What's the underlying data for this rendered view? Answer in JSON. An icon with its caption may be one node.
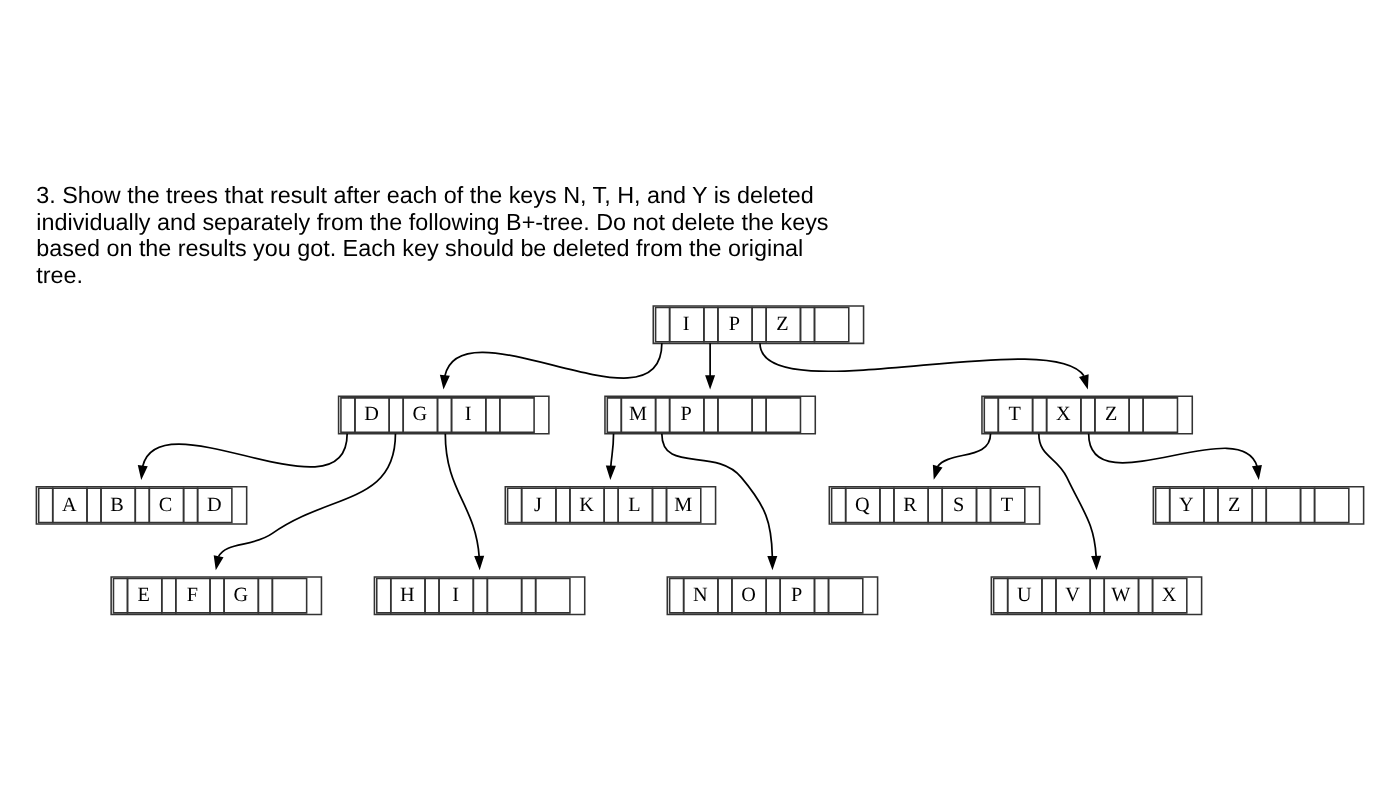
{
  "diagram": {
    "title": "3. Show the trees that result after each of the keys N, T, H, and Y is deleted individually and separately from the following B+-tree. Do not delete the keys based on the results you got. Each key should be deleted from the original tree.",
    "nodes": [
      {
        "text": [
          "I",
          "P",
          "Z"
        ]
      },
      {
        "text": [
          "D",
          "G",
          "I"
        ]
      },
      {
        "text": [
          "M",
          "P"
        ]
      },
      {
        "text": [
          "T",
          "X",
          "Z"
        ]
      },
      {
        "text": [
          "A",
          "B",
          "C",
          "D"
        ]
      },
      {
        "text": [
          "E",
          "F",
          "G"
        ]
      },
      {
        "text": [
          "H",
          "I"
        ]
      },
      {
        "text": [
          "J",
          "K",
          "L",
          "M"
        ]
      },
      {
        "text": [
          "N",
          "O",
          "P"
        ]
      },
      {
        "text": [
          "Q",
          "R",
          "S",
          "T"
        ]
      },
      {
        "text": [
          "U",
          "V",
          "W",
          "X"
        ]
      },
      {
        "text": [
          "Y",
          "Z"
        ]
      }
    ],
    "edges": [
      {
        "from": 0,
        "to": 1,
        "arrow": "to"
      },
      {
        "from": 0,
        "to": 2,
        "arrow": "to"
      },
      {
        "from": 0,
        "to": 3,
        "arrow": "to"
      },
      {
        "from": 1,
        "to": 4,
        "arrow": "to"
      },
      {
        "from": 1,
        "to": 5,
        "arrow": "to"
      },
      {
        "from": 1,
        "to": 6,
        "arrow": "to"
      },
      {
        "from": 2,
        "to": 7,
        "arrow": "to"
      },
      {
        "from": 2,
        "to": 8,
        "arrow": "to"
      },
      {
        "from": 3,
        "to": 9,
        "arrow": "to"
      },
      {
        "from": 3,
        "to": 10,
        "arrow": "to"
      },
      {
        "from": 3,
        "to": 11,
        "arrow": "to"
      }
    ]
  }
}
